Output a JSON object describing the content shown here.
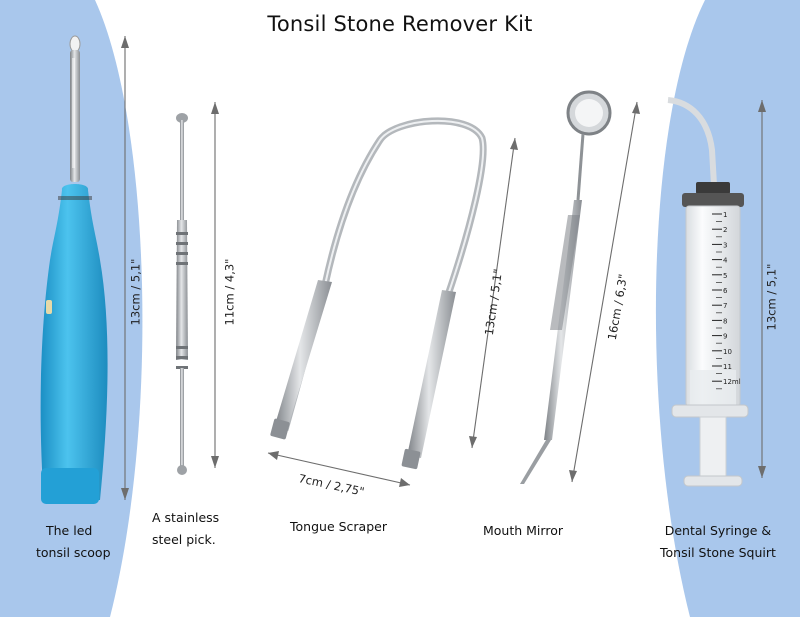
{
  "title": "Tonsil Stone Remover Kit",
  "colors": {
    "background_panel": "#a9c7ec",
    "scoop_body": "#2aa6d9",
    "steel": "#a9adb2"
  },
  "items": [
    {
      "caption_lines": [
        "The led",
        "tonsil scoop"
      ],
      "dimension": "13cm / 5,1\""
    },
    {
      "caption_lines": [
        "A stainless",
        "steel pick."
      ],
      "dimension": "11cm / 4,3\""
    },
    {
      "caption_lines": [
        "Tongue Scraper"
      ],
      "dimension": "13cm / 5,1\"",
      "width_dimension": "7cm / 2,75\""
    },
    {
      "caption_lines": [
        "Mouth Mirror"
      ],
      "dimension": "16cm / 6,3\""
    },
    {
      "caption_lines": [
        "Dental Syringe &",
        "Tonsil Stone Squirt"
      ],
      "dimension": "13cm / 5,1\""
    }
  ],
  "syringe_scale": [
    "1",
    "2",
    "3",
    "4",
    "5",
    "6",
    "7",
    "8",
    "9",
    "10",
    "11",
    "12ml"
  ]
}
